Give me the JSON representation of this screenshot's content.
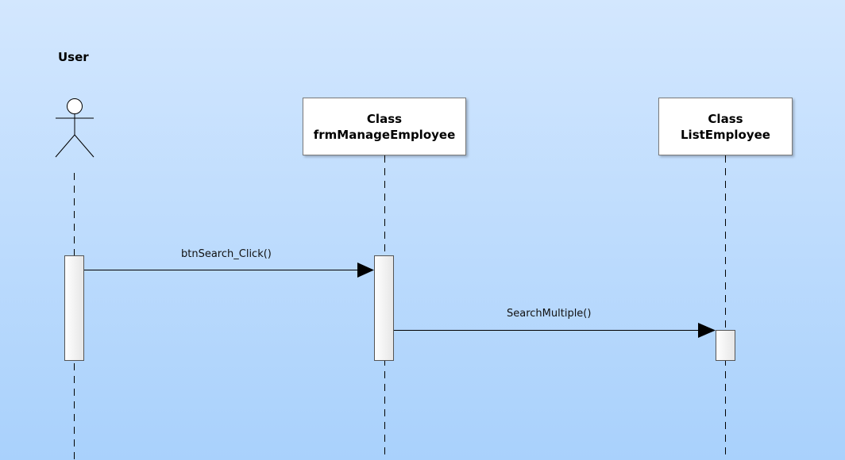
{
  "actor": {
    "name": "User",
    "icon": "stick-figure-icon"
  },
  "lifelines": [
    {
      "id": "frm",
      "stereotype": "Class",
      "name": "frmManageEmployee"
    },
    {
      "id": "list",
      "stereotype": "Class",
      "name": "ListEmployee"
    }
  ],
  "messages": [
    {
      "from": "User",
      "to": "frmManageEmployee",
      "label": "btnSearch_Click()"
    },
    {
      "from": "frmManageEmployee",
      "to": "ListEmployee",
      "label": "SearchMultiple()"
    }
  ],
  "colors": {
    "background_top": "#d3e7fe",
    "background_bottom": "#a9d1fc",
    "line": "#000000",
    "box_fill": "#ffffff"
  }
}
